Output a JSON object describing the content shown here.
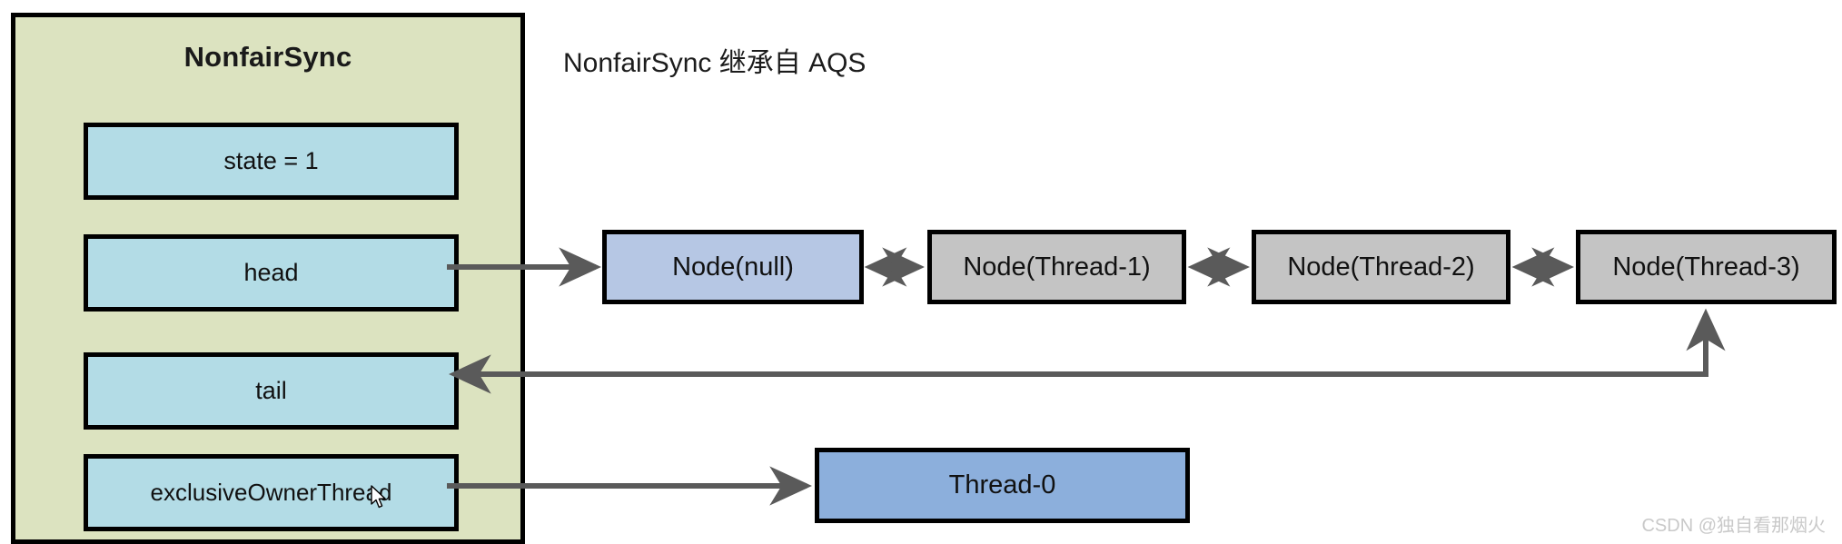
{
  "diagram": {
    "caption": "NonfairSync 继承自 AQS",
    "watermark": "CSDN @独自看那烟火",
    "colors": {
      "panel_fill": "#dce3c0",
      "field_fill": "#b3dce6",
      "node_head_fill": "#b6c7e4",
      "node_fill": "#c4c4c4",
      "thread_fill": "#8cafdc",
      "stroke": "#000000",
      "arrow": "#5a5a5a"
    }
  },
  "panel": {
    "title": "NonfairSync",
    "fields": [
      {
        "id": "state",
        "label": "state = 1"
      },
      {
        "id": "head",
        "label": "head"
      },
      {
        "id": "tail",
        "label": "tail"
      },
      {
        "id": "owner",
        "label": "exclusiveOwnerThread"
      }
    ]
  },
  "queue": {
    "nodes": [
      {
        "id": "node-null",
        "label": "Node(null)"
      },
      {
        "id": "node-thread-1",
        "label": "Node(Thread-1)"
      },
      {
        "id": "node-thread-2",
        "label": "Node(Thread-2)"
      },
      {
        "id": "node-thread-3",
        "label": "Node(Thread-3)"
      }
    ]
  },
  "owner_thread": {
    "label": "Thread-0"
  }
}
